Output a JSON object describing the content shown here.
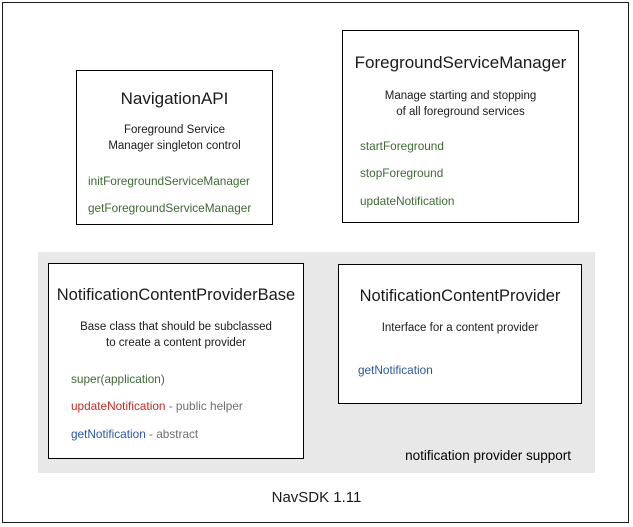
{
  "diagram": {
    "caption": "NavSDK 1.11",
    "group_panel": {
      "label": "notification provider support"
    },
    "colors": {
      "public_method": "#3d6b33",
      "helper_method": "#bf2c24",
      "abstract_method": "#2a58a3",
      "note": "#6e6e6e",
      "panel_background": "#e8e8e8",
      "box_border": "#000000",
      "text": "#1a1a1a"
    },
    "boxes": [
      {
        "id": "navigation-api",
        "title": "NavigationAPI",
        "description_line1": "Foreground Service",
        "description_line2": "Manager singleton control",
        "members": [
          {
            "name": "initForegroundServiceManager",
            "note": "",
            "color": "green"
          },
          {
            "name": "getForegroundServiceManager",
            "note": "",
            "color": "green"
          }
        ]
      },
      {
        "id": "foreground-service-manager",
        "title": "ForegroundServiceManager",
        "description_line1": "Manage starting and stopping",
        "description_line2": "of all foreground services",
        "members": [
          {
            "name": "startForeground",
            "note": "",
            "color": "green"
          },
          {
            "name": "stopForeground",
            "note": "",
            "color": "green"
          },
          {
            "name": "updateNotification",
            "note": "",
            "color": "green"
          }
        ]
      },
      {
        "id": "notification-content-provider-base",
        "title": "NotificationContentProviderBase",
        "description_line1": "Base class that should be subclassed",
        "description_line2": "to create a content provider",
        "members": [
          {
            "name": "super(application)",
            "note": "",
            "color": "green"
          },
          {
            "name": "updateNotification",
            "note": " - public helper",
            "color": "red"
          },
          {
            "name": "getNotification",
            "note": " - abstract",
            "color": "blue"
          }
        ]
      },
      {
        "id": "notification-content-provider",
        "title": "NotificationContentProvider",
        "description_line1": "Interface for a content provider",
        "description_line2": "",
        "members": [
          {
            "name": "getNotification",
            "note": "",
            "color": "blue"
          }
        ]
      }
    ]
  }
}
